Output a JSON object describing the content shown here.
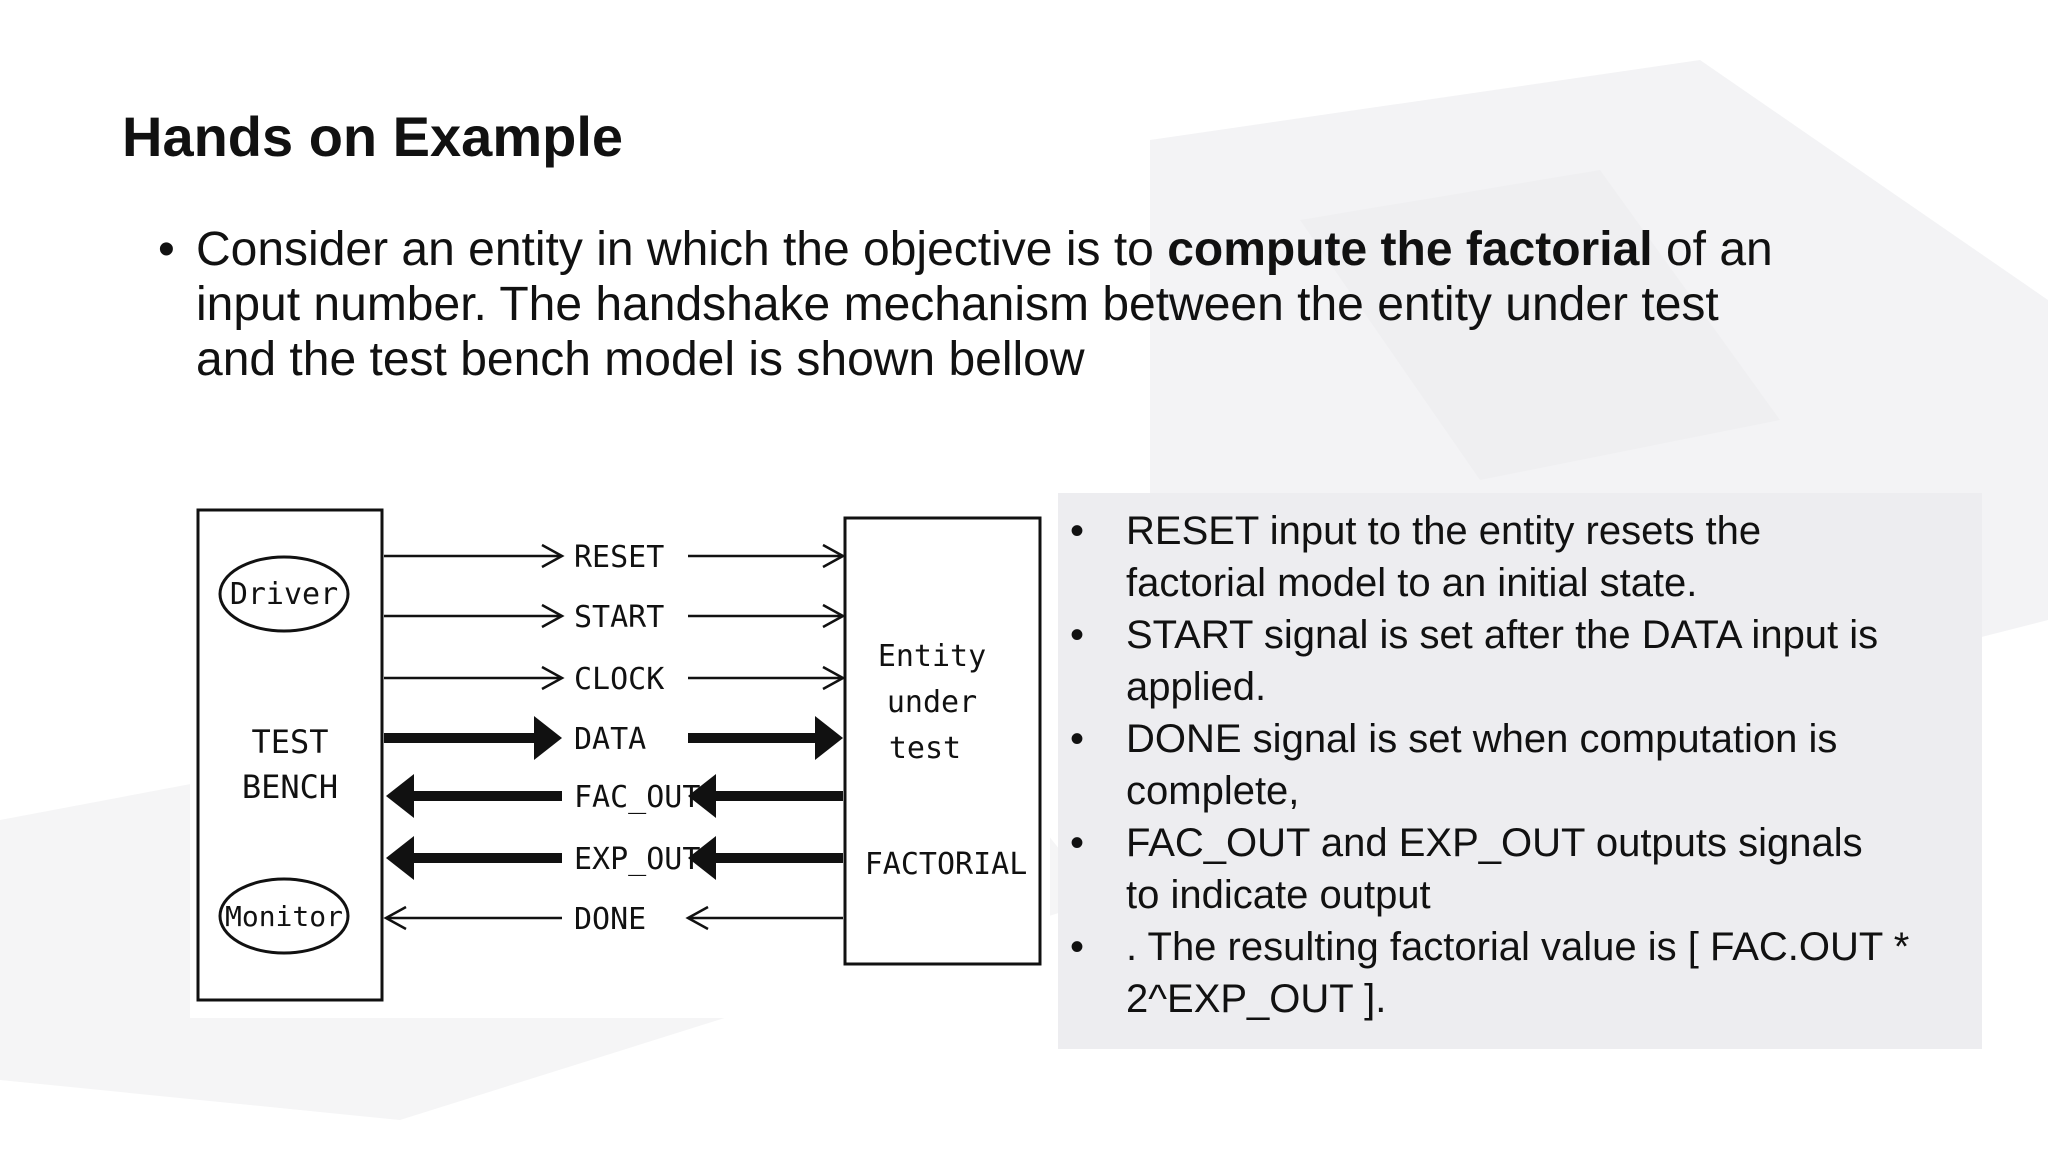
{
  "slide": {
    "title": "Hands on Example",
    "bullet": {
      "line1_pre": "Consider an entity in which the objective is to ",
      "line1_bold": "compute the factorial",
      "line1_post": " of an",
      "line2": "input number. The handshake mechanism between the entity under test",
      "line3": "and the test bench model is shown bellow"
    }
  },
  "diagram": {
    "test_bench_label_1": "TEST",
    "test_bench_label_2": "BENCH",
    "driver_label": "Driver",
    "monitor_label": "Monitor",
    "entity_label_1": "Entity",
    "entity_label_2": "under",
    "entity_label_3": "test",
    "factorial_label": "FACTORIAL",
    "signals": [
      {
        "name": "RESET",
        "direction": "to-entity",
        "weight": "thin"
      },
      {
        "name": "START",
        "direction": "to-entity",
        "weight": "thin"
      },
      {
        "name": "CLOCK",
        "direction": "to-entity",
        "weight": "thin"
      },
      {
        "name": "DATA",
        "direction": "to-entity",
        "weight": "bold"
      },
      {
        "name": "FAC_OUT",
        "direction": "to-bench",
        "weight": "bold"
      },
      {
        "name": "EXP_OUT",
        "direction": "to-bench",
        "weight": "bold"
      },
      {
        "name": "DONE",
        "direction": "to-bench",
        "weight": "thin"
      }
    ]
  },
  "notes": [
    {
      "lines": [
        " RESET input to the entity resets the",
        "factorial model to an initial state."
      ]
    },
    {
      "lines": [
        " START signal is set after the DATA input is",
        "applied."
      ]
    },
    {
      "lines": [
        "DONE signal is set when computation is",
        "complete,"
      ]
    },
    {
      "lines": [
        "FAC_OUT and EXP_OUT outputs signals",
        "to indicate output"
      ]
    },
    {
      "lines": [
        ". The resulting factorial value is [ FAC.OUT *",
        "2^EXP_OUT ]."
      ]
    }
  ],
  "bullet_glyph": "•",
  "colors": {
    "panel": "#ededf0",
    "text": "#111111",
    "watermark": "#f1f1f3"
  }
}
